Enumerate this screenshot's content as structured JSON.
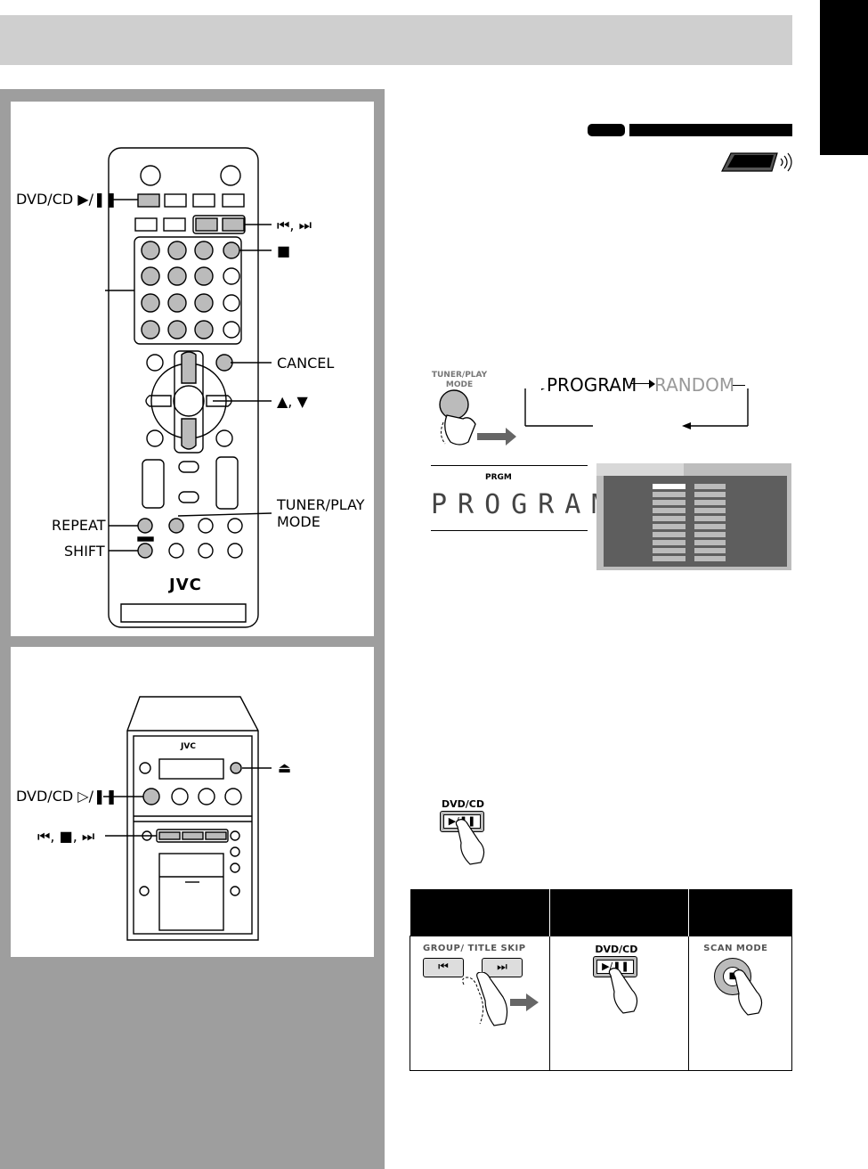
{
  "remote_labels": {
    "dvdcd_play": "DVD/CD ▶/❚❚",
    "skip": "⏮, ⏭",
    "stop": "■",
    "cancel": "CANCEL",
    "updown": "▲, ▼",
    "tuner_play_mode": "TUNER/PLAY MODE",
    "repeat": "REPEAT",
    "shift": "SHIFT",
    "brand": "JVC"
  },
  "unit_labels": {
    "brand": "JVC",
    "eject": "⏏",
    "dvdcd_play": "DVD/CD ▷/❚❚",
    "skip_stop": "⏮, ■, ⏭"
  },
  "flow": {
    "button_label": "TUNER/PLAY MODE",
    "program": "PROGRAM",
    "random": "RANDOM",
    "display_indicator": "PRGM",
    "display_text": "PROGRAM"
  },
  "dvdcd_button": {
    "label": "DVD/CD",
    "symbol": "▶/❚❚"
  },
  "ops_table": {
    "col1_caption": "GROUP/ TITLE SKIP",
    "col2_caption": "DVD/CD",
    "col3_caption": "SCAN MODE",
    "skip_back": "⏮",
    "skip_fwd": "⏭",
    "play_pause": "▶/❚❚",
    "stop": "■"
  }
}
